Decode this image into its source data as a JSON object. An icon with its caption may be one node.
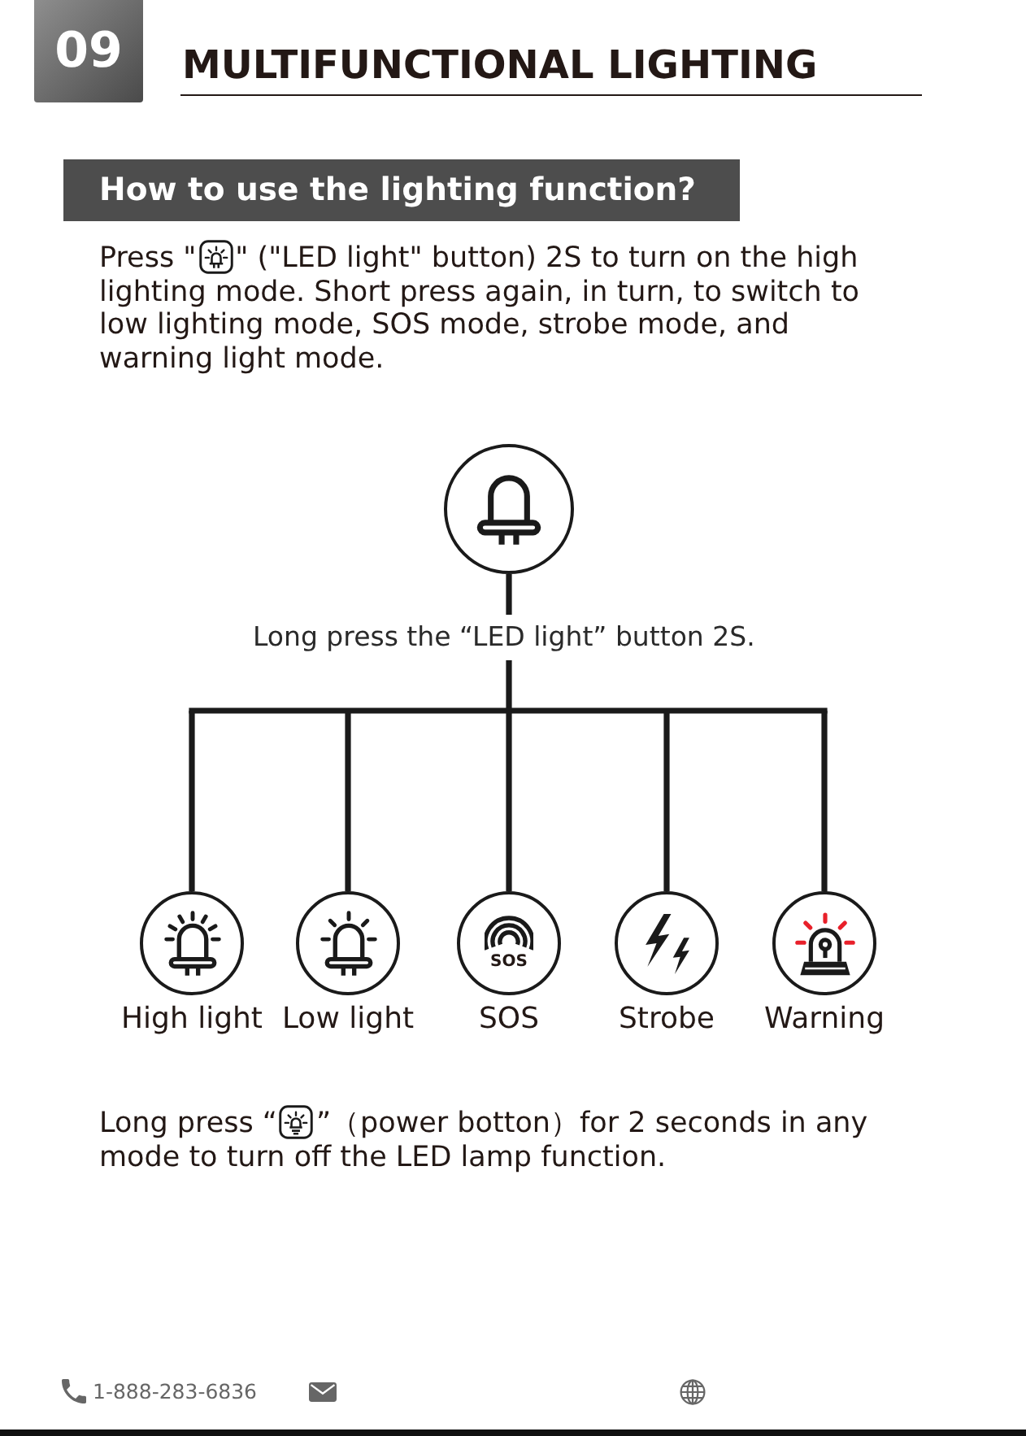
{
  "diagram": {
    "title": "MULTIFUNCTIONAL LIGHTING",
    "nodes": [
      {
        "text": [],
        "shape": "circle"
      },
      {
        "text": [
          "High light"
        ]
      },
      {
        "text": [
          "Low light"
        ]
      },
      {
        "text": [
          "SOS",
          "SOS"
        ]
      },
      {
        "text": [
          "Strobe"
        ]
      },
      {
        "text": [
          "Warning"
        ]
      }
    ],
    "edges": [
      {
        "from": 0,
        "to": 1,
        "arrow": "none"
      },
      {
        "from": 0,
        "to": 2,
        "arrow": "none"
      },
      {
        "from": 0,
        "to": 3,
        "arrow": "none"
      },
      {
        "from": 0,
        "to": 4,
        "arrow": "none"
      },
      {
        "from": 0,
        "to": 5,
        "arrow": "none"
      }
    ],
    "labels": [
      "09",
      "How to use the lighting function?",
      "Press \"",
      "\" (\"LED light\" button) 2S to turn on the high lighting mode. Short press again, in turn, to switch to low lighting mode, SOS mode, strobe mode, and warning light mode.",
      "Long press the “LED light” button 2S.",
      "Long press “",
      "”（power botton）for 2 seconds in any mode to turn off the LED lamp function.",
      "1-888-283-6836"
    ]
  }
}
